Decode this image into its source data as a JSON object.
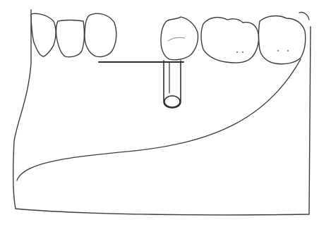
{
  "figure": {
    "labels": [],
    "colors": {
      "background": "#ffffff",
      "ink": "#3b3b3b",
      "faint_ink": "#8a8a8a",
      "tooth_fill": "#ffffff"
    },
    "parts": [
      "jaw-outline",
      "inner-gum-curve",
      "tooth-left-1",
      "tooth-left-2",
      "tooth-left-3",
      "implant-crown",
      "implant-post",
      "connector-bar",
      "tooth-right-1",
      "tooth-right-2",
      "tooth-right-3"
    ]
  }
}
